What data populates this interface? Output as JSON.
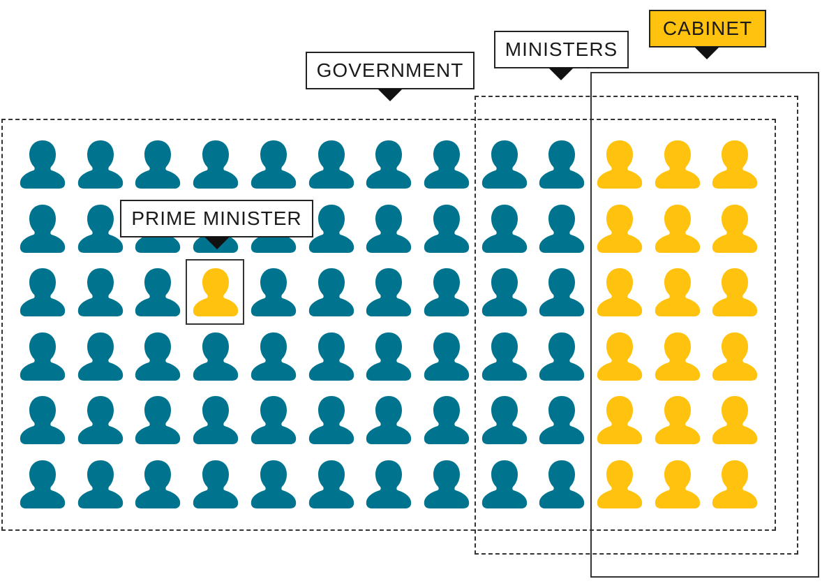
{
  "labels": {
    "government": "GOVERNMENT",
    "ministers": "MINISTERS",
    "cabinet": "CABINET",
    "prime_minister": "PRIME MINISTER"
  },
  "grid": {
    "rows": 6,
    "columns": 13,
    "minister_columns_start": 9,
    "cabinet_columns_start": 11,
    "prime_minister_position": {
      "row": 3,
      "column": 4
    }
  },
  "colors": {
    "member": "#00748F",
    "cabinet_member": "#FFC20E",
    "cabinet_label_fill": "#FFC20E",
    "outline": "#333333",
    "background": "#FFFFFF"
  },
  "icons": {
    "person": "person-icon",
    "pointer": "pointer-triangle-icon"
  }
}
